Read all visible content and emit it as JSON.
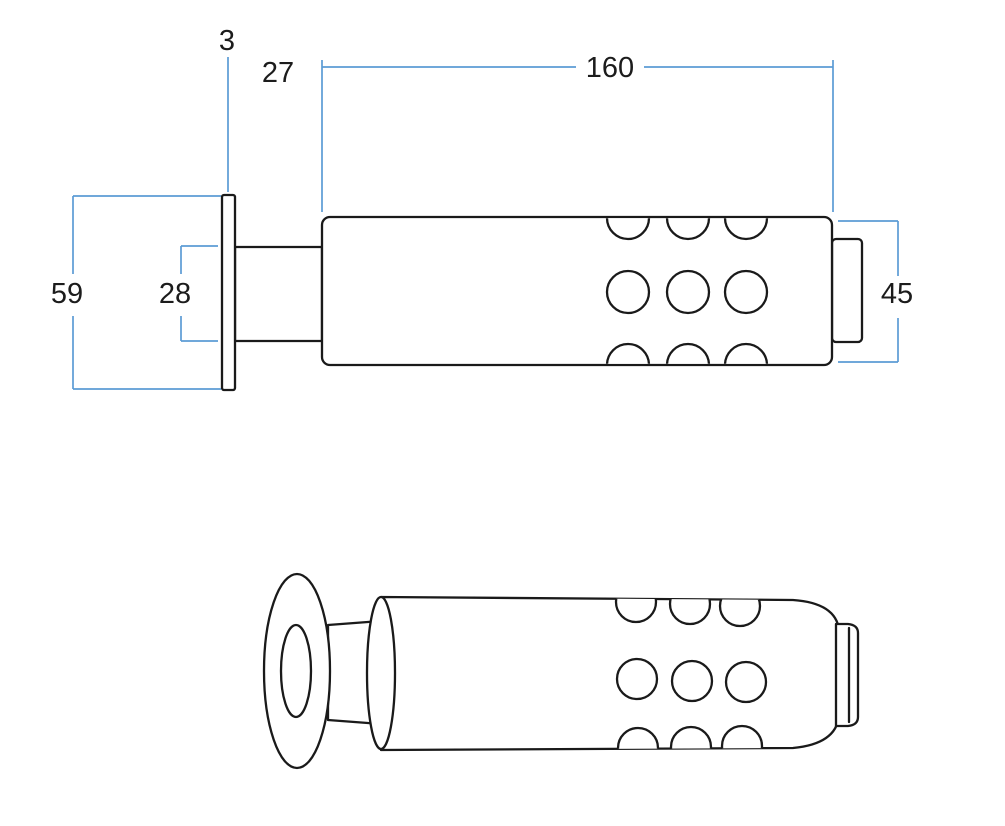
{
  "dimensions": {
    "flange_thickness": "3",
    "neck_length": "27",
    "body_length": "160",
    "flange_diameter": "59",
    "neck_diameter": "28",
    "end_diameter": "45"
  },
  "colors": {
    "dimension_lines": "#5b9bd5",
    "outline": "#1a1a1a",
    "background": "#ffffff"
  }
}
